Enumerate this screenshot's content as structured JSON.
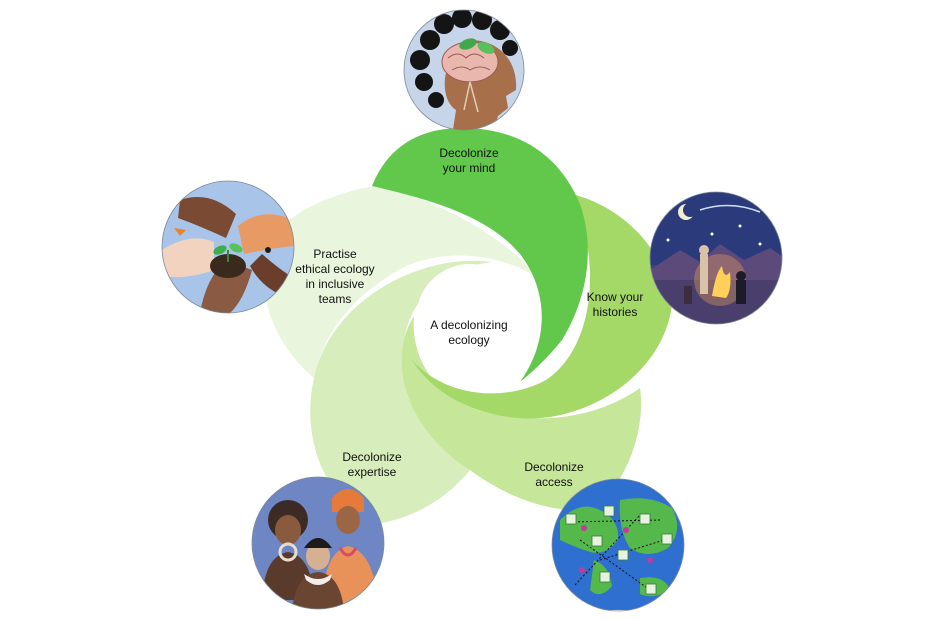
{
  "center": {
    "line1": "A decolonizing",
    "line2": "ecology"
  },
  "segments": [
    {
      "lines": [
        "Decolonize",
        "your mind"
      ],
      "color": "#62c84c"
    },
    {
      "lines": [
        "Know your",
        "histories"
      ],
      "color": "#a4d867"
    },
    {
      "lines": [
        "Decolonize",
        "access"
      ],
      "color": "#c6e69a"
    },
    {
      "lines": [
        "Decolonize",
        "expertise"
      ],
      "color": "#d8edbc"
    },
    {
      "lines": [
        "Practise",
        "ethical ecology",
        "in inclusive",
        "teams"
      ],
      "color": "#e9f5dd"
    }
  ],
  "illustrations": [
    {
      "icon": "brain-with-trees-icon"
    },
    {
      "icon": "campfire-night-sky-icon"
    },
    {
      "icon": "world-map-network-icon"
    },
    {
      "icon": "indigenous-elders-icon"
    },
    {
      "icon": "hands-holding-seedling-icon"
    }
  ]
}
